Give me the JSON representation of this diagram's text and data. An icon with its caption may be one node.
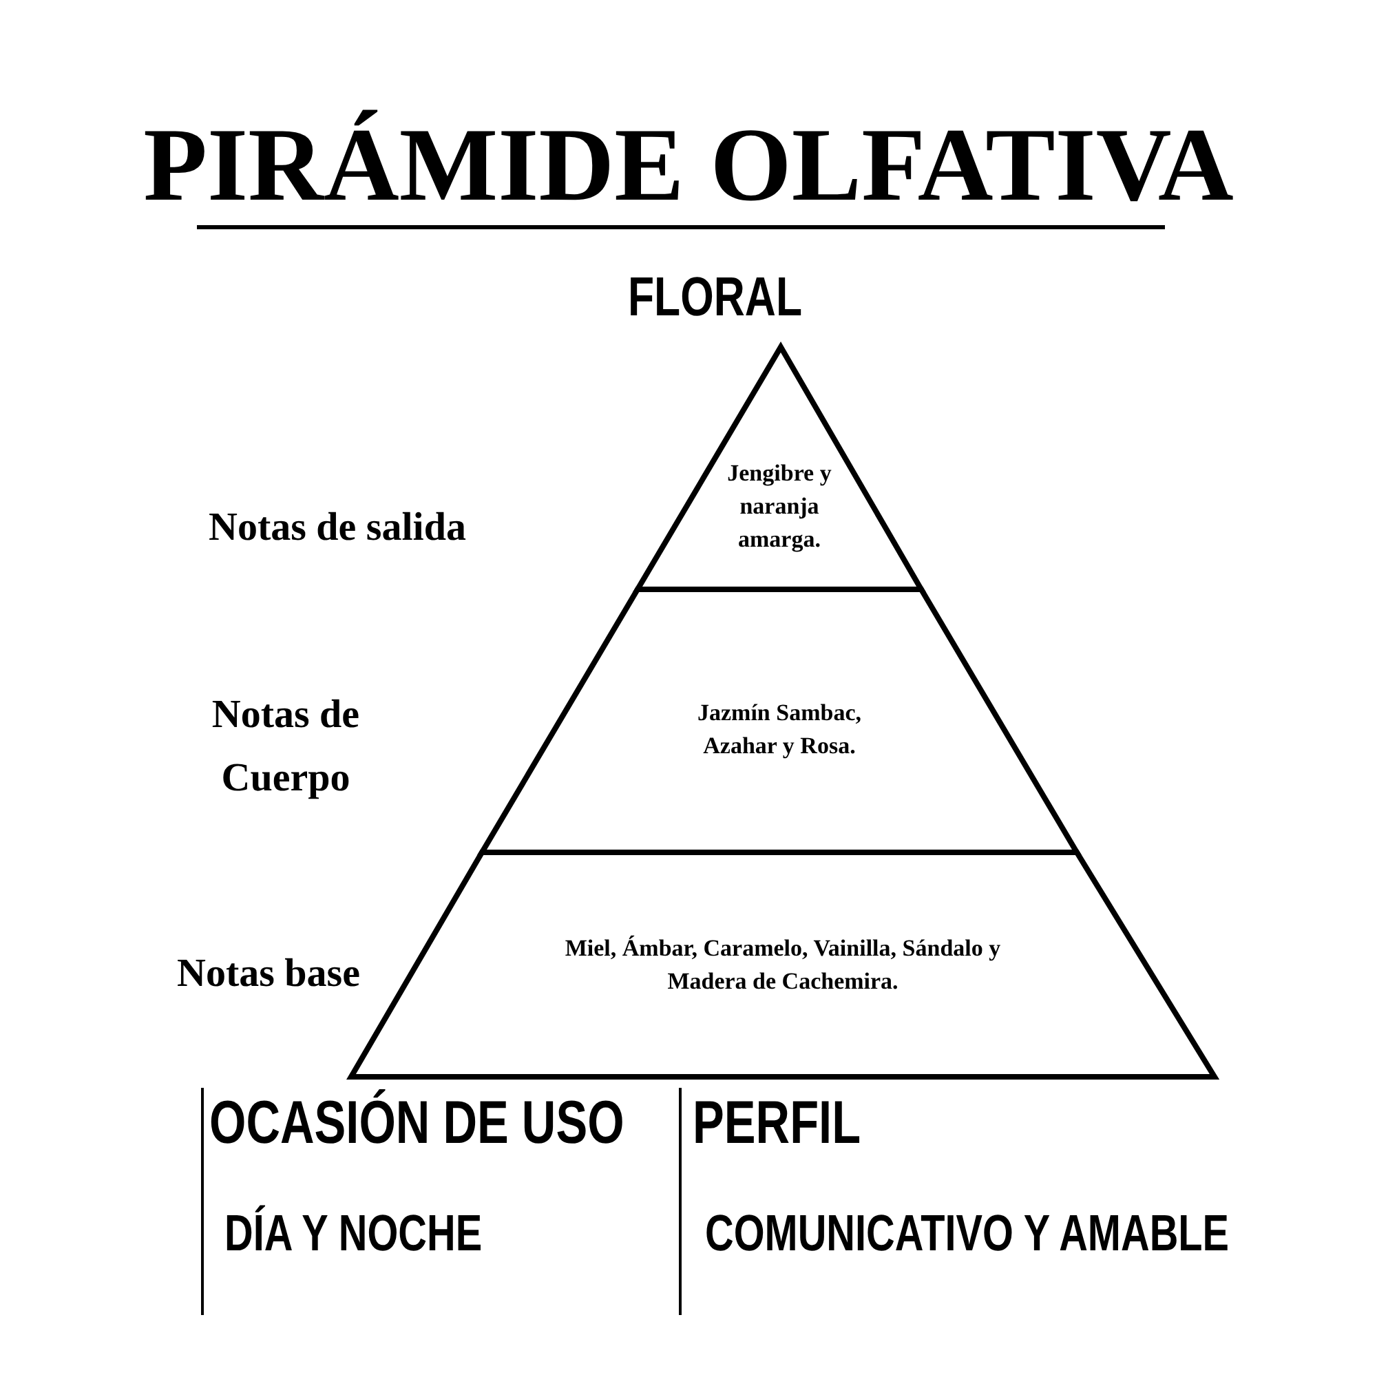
{
  "diagram": {
    "title": "PIRÁMIDE OLFATIVA",
    "nodes": [
      {
        "text": [
          "Jengibre y naranja amarga."
        ]
      },
      {
        "text": [
          "Jazmín Sambac, Azahar y Rosa."
        ]
      },
      {
        "text": [
          "Miel, Ámbar, Caramelo, Vainilla, Sándalo y Madera de Cachemira."
        ]
      }
    ],
    "labels": [
      "FLORAL",
      "Notas de salida",
      "Notas de Cuerpo",
      "Notas base",
      "OCASIÓN DE USO",
      "DÍA Y NOCHE",
      "PERFIL",
      "COMUNICATIVO Y AMABLE"
    ]
  }
}
